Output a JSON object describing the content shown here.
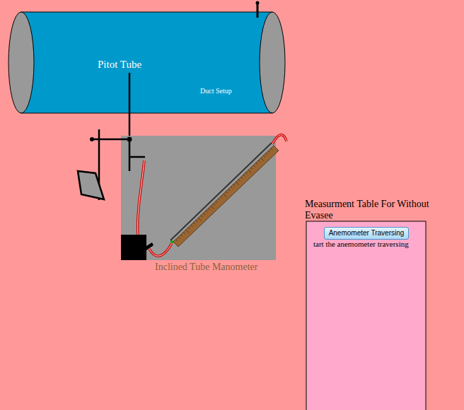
{
  "diagram": {
    "nodes": [
      {
        "text": [
          "Pitot Tube",
          "Duct Setup"
        ]
      },
      {
        "text": [
          "Inclined Tube Manometer"
        ]
      },
      {
        "text": [
          "Measurment Table For Without Evasee",
          "tart the anemometer traversing"
        ]
      },
      {
        "text": [
          "Anemometer Traversing"
        ],
        "in": 2
      }
    ],
    "edges": [
      {
        "from": 0,
        "to": 1,
        "arrow": "none"
      }
    ]
  }
}
